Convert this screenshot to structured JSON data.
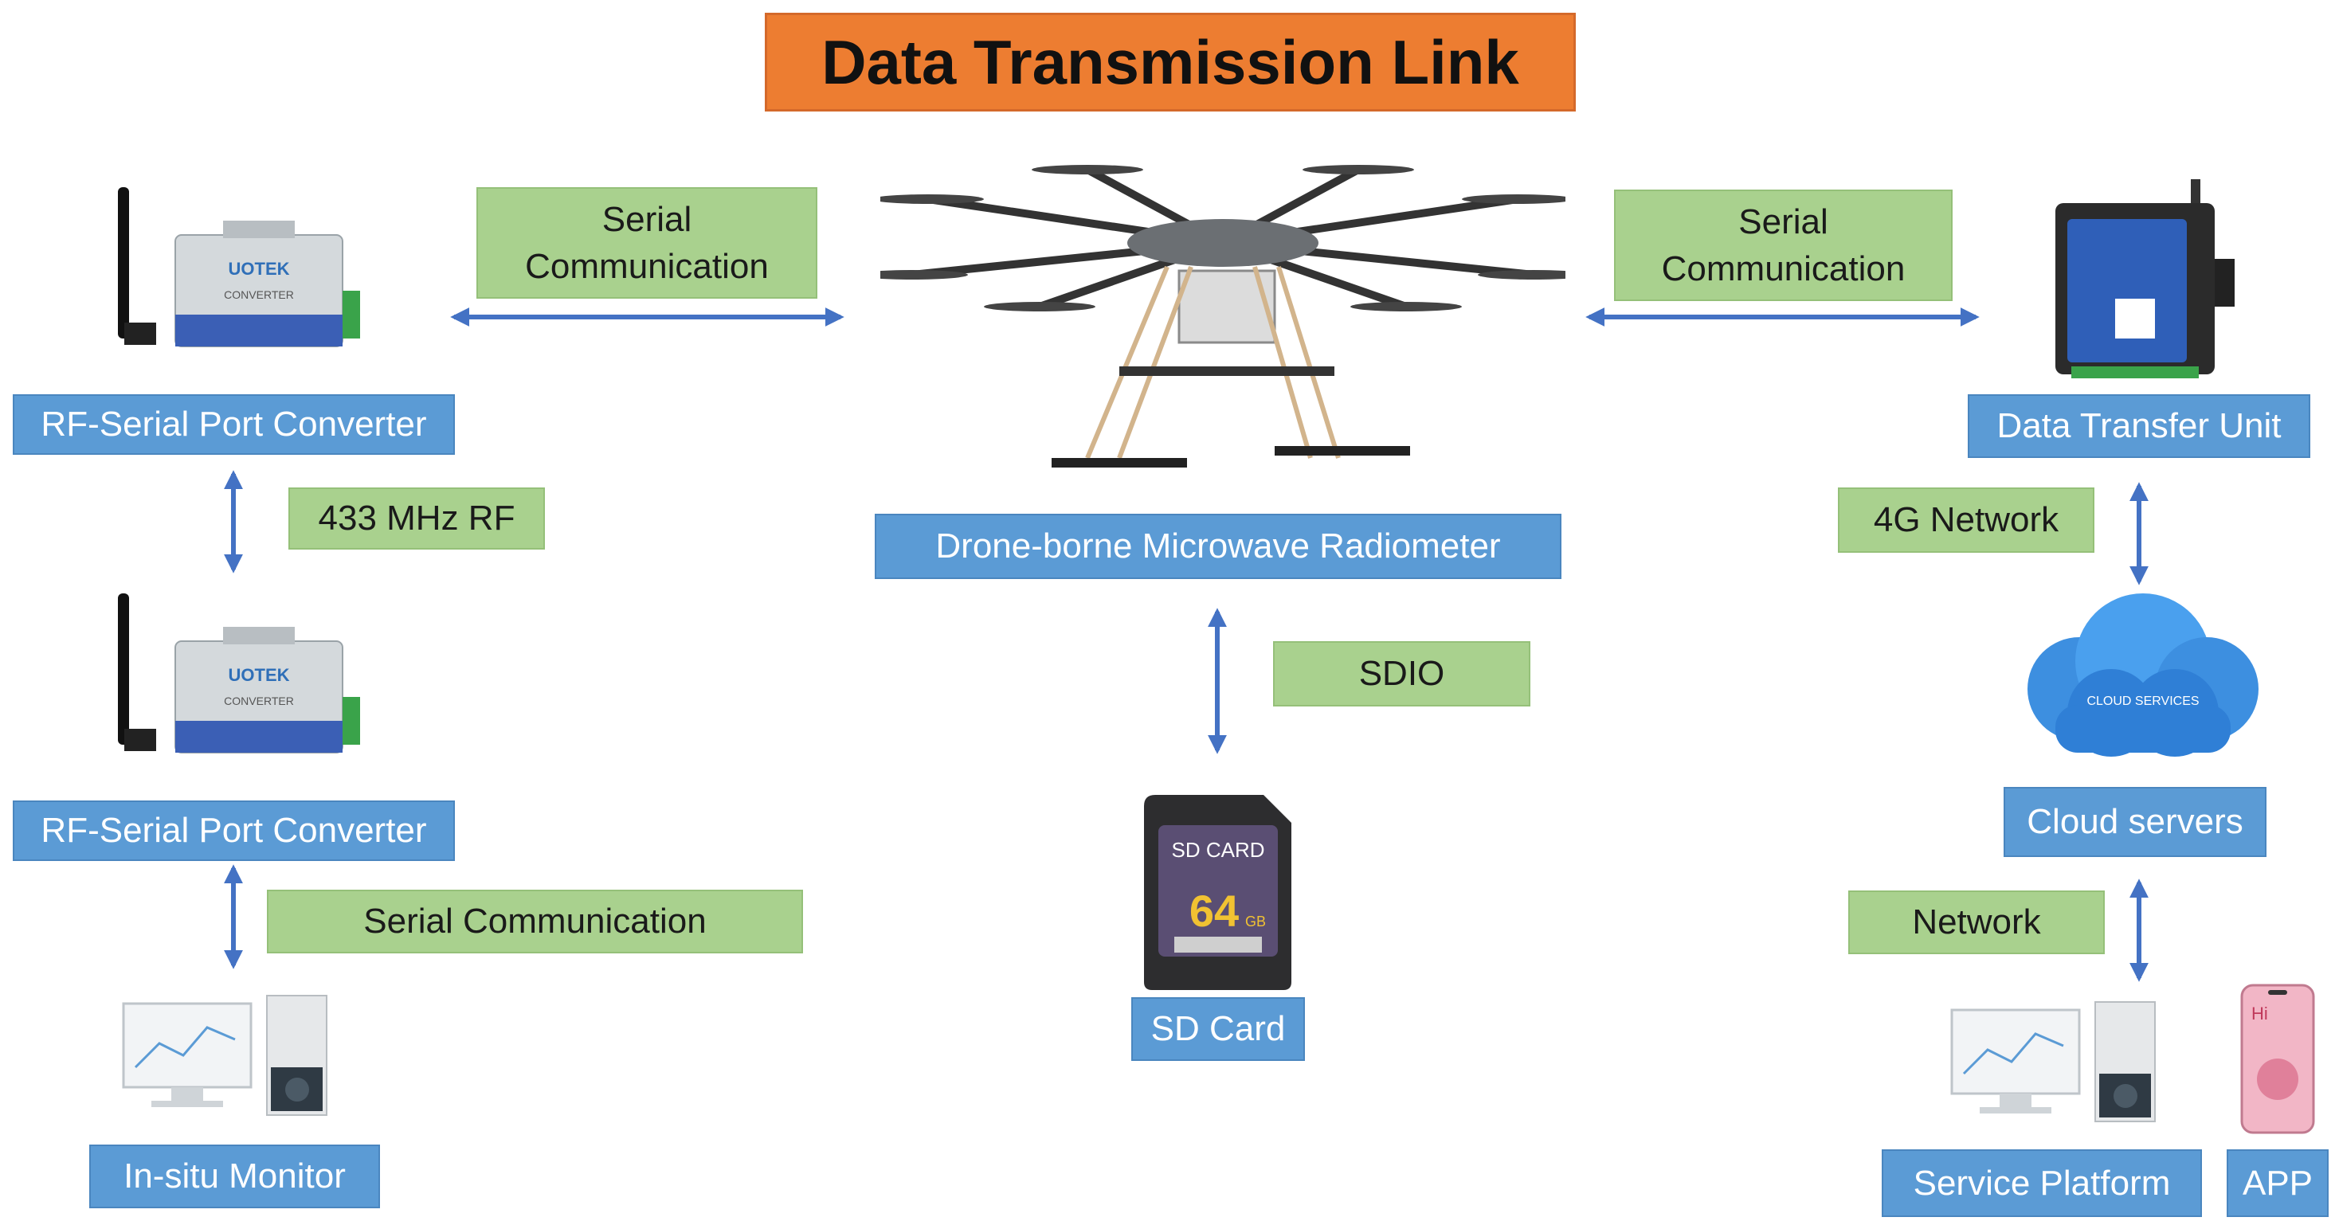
{
  "title": "Data Transmission Link",
  "nodes": {
    "rf_converter_top": "RF-Serial Port Converter",
    "rf_converter_bottom": "RF-Serial Port Converter",
    "in_situ_monitor": "In-situ Monitor",
    "drone_radiometer": "Drone-borne Microwave Radiometer",
    "sd_card": "SD Card",
    "data_transfer_unit": "Data Transfer Unit",
    "cloud_servers": "Cloud servers",
    "service_platform": "Service Platform",
    "app": "APP"
  },
  "links": {
    "serial_left_line1": "Serial",
    "serial_left_line2": "Communication",
    "serial_right_line1": "Serial",
    "serial_right_line2": "Communication",
    "rf_433": "433 MHz RF",
    "serial_bottom": "Serial Communication",
    "sdio": "SDIO",
    "network_4g": "4G Network",
    "network": "Network"
  },
  "device_text": {
    "converter_brand": "UOTEK",
    "converter_label": "CONVERTER",
    "sd_card_label": "SD CARD",
    "sd_card_capacity": "64",
    "sd_card_unit": "GB",
    "cloud_label": "CLOUD SERVICES",
    "app_greeting": "Hi"
  },
  "colors": {
    "title_bg": "#ED7D31",
    "node_bg": "#5B9BD5",
    "link_bg": "#A9D18E",
    "arrow": "#4472C4"
  }
}
